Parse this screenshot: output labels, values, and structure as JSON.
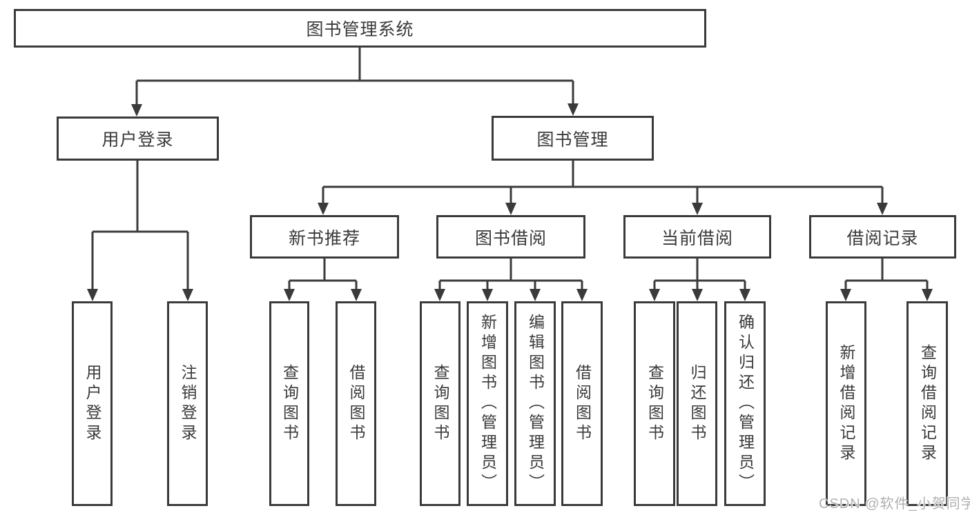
{
  "diagram": {
    "title": "图书管理系统",
    "level2": [
      {
        "label": "用户登录"
      },
      {
        "label": "图书管理"
      }
    ],
    "level3": [
      {
        "label": "新书推荐"
      },
      {
        "label": "图书借阅"
      },
      {
        "label": "当前借阅"
      },
      {
        "label": "借阅记录"
      }
    ],
    "leaves": [
      {
        "label": "用户登录"
      },
      {
        "label": "注销登录"
      },
      {
        "label": "查询图书"
      },
      {
        "label": "借阅图书"
      },
      {
        "label": "查询图书"
      },
      {
        "label": "新增图书（管理员）"
      },
      {
        "label": "编辑图书（管理员）"
      },
      {
        "label": "借阅图书"
      },
      {
        "label": "查询图书"
      },
      {
        "label": "归还图书"
      },
      {
        "label": "确认归还（管理员）"
      },
      {
        "label": "新增借阅记录"
      },
      {
        "label": "查询借阅记录"
      }
    ],
    "colors": {
      "line": "#3a3a3a",
      "text": "#3a3a3a",
      "background": "#ffffff",
      "watermark": "#b1b1b1"
    }
  },
  "watermark": "CSDN @软件_小贺同学"
}
